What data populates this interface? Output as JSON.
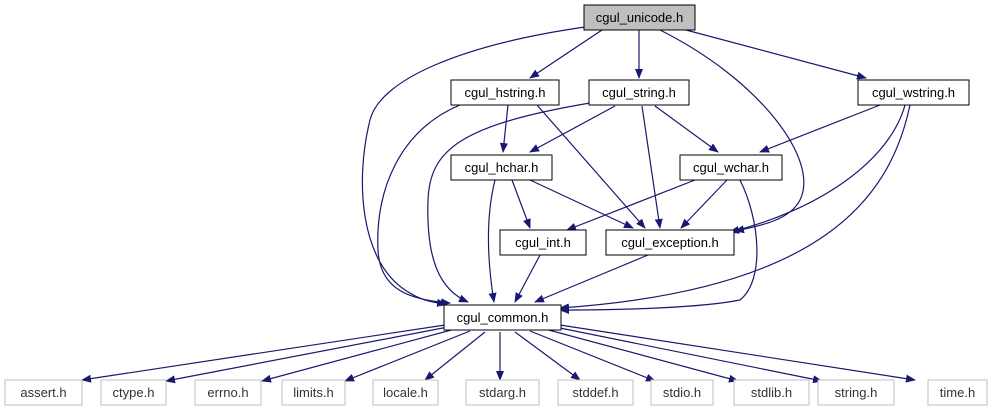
{
  "colors": {
    "edge": "#191970",
    "node_border": "#000000",
    "root_fill": "#bfbfbf",
    "external_border": "#bfbfbf",
    "text": "#000000",
    "external_text": "#333333"
  },
  "nodes": {
    "cgul_unicode": "cgul_unicode.h",
    "cgul_hstring": "cgul_hstring.h",
    "cgul_string": "cgul_string.h",
    "cgul_wstring": "cgul_wstring.h",
    "cgul_hchar": "cgul_hchar.h",
    "cgul_wchar": "cgul_wchar.h",
    "cgul_int": "cgul_int.h",
    "cgul_exception": "cgul_exception.h",
    "cgul_common": "cgul_common.h",
    "assert": "assert.h",
    "ctype": "ctype.h",
    "errno": "errno.h",
    "limits": "limits.h",
    "locale": "locale.h",
    "stdarg": "stdarg.h",
    "stddef": "stddef.h",
    "stdio": "stdio.h",
    "stdlib": "stdlib.h",
    "string": "string.h",
    "time": "time.h"
  }
}
